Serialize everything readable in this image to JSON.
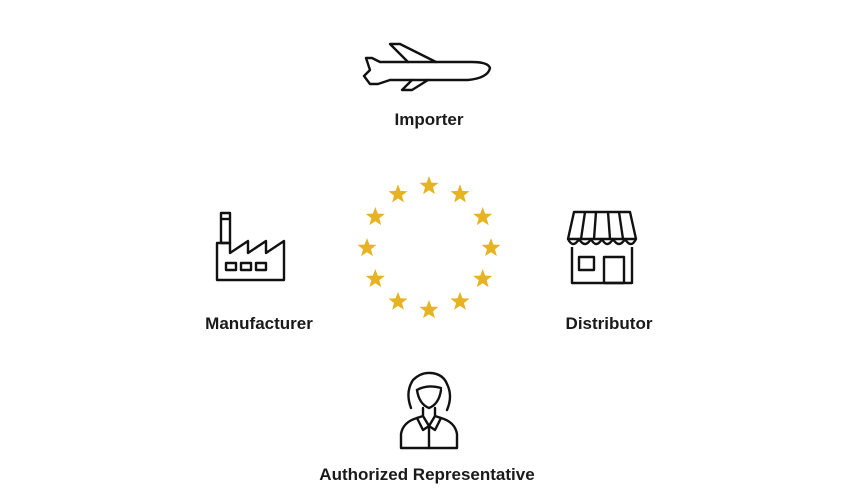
{
  "diagram": {
    "nodes": [
      {
        "id": "importer",
        "label": "Importer",
        "icon": "airplane-icon"
      },
      {
        "id": "manufacturer",
        "label": "Manufacturer",
        "icon": "factory-icon"
      },
      {
        "id": "distributor",
        "label": "Distributor",
        "icon": "storefront-icon"
      },
      {
        "id": "authorized_representative",
        "label": "Authorized Representative",
        "icon": "person-icon"
      }
    ],
    "center": {
      "icon": "eu-stars-icon",
      "star_count": 12,
      "star_color": "#E6B422"
    }
  }
}
